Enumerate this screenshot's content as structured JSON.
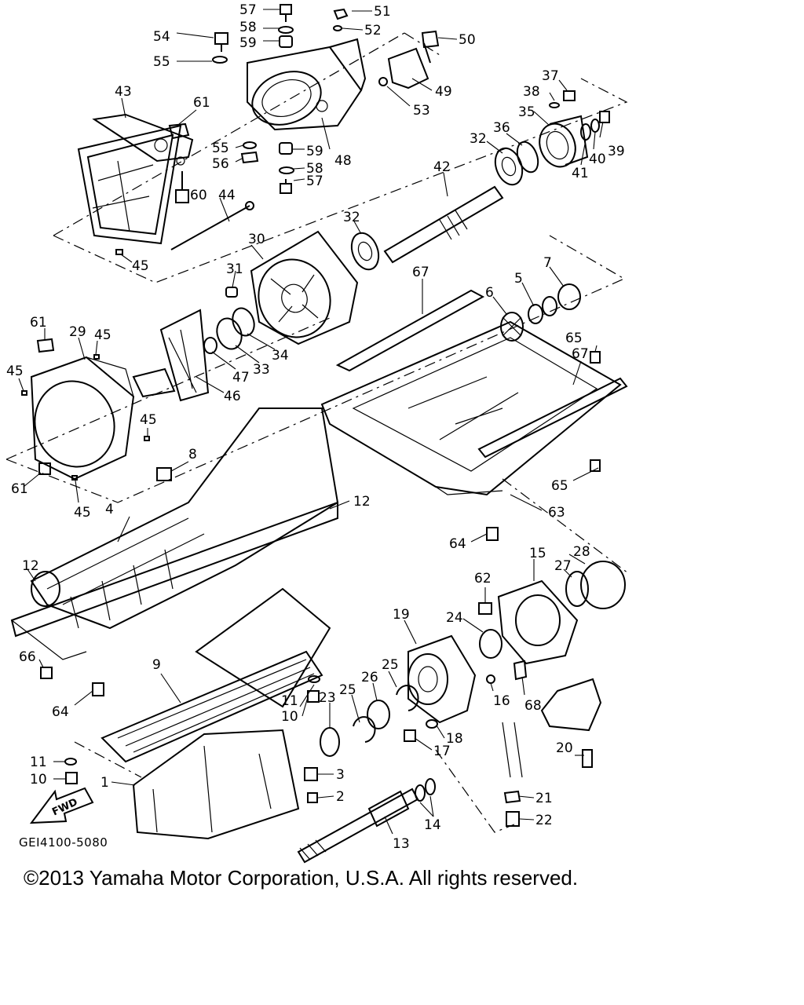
{
  "copyright": "©2013 Yamaha Motor Corporation, U.S.A. All rights reserved.",
  "drawing_code": "GEI4100-5080",
  "fwd_label": "FWD",
  "callouts": {
    "c57a": "57",
    "c51": "51",
    "c58a": "58",
    "c52": "52",
    "c54": "54",
    "c59a": "59",
    "c50": "50",
    "c55a": "55",
    "c43": "43",
    "c61a": "61",
    "c49": "49",
    "c53": "53",
    "c37": "37",
    "c38": "38",
    "c35": "35",
    "c55b": "55",
    "c59b": "59",
    "c56": "56",
    "c48": "48",
    "c58b": "58",
    "c57b": "57",
    "c36": "36",
    "c32a": "32",
    "c39": "39",
    "c40": "40",
    "c41": "41",
    "c42": "42",
    "c60": "60",
    "c44": "44",
    "c32b": "32",
    "c30": "30",
    "c31": "31",
    "c45a": "45",
    "c67a": "67",
    "c7": "7",
    "c5": "5",
    "c6": "6",
    "c61b": "61",
    "c29": "29",
    "c45b": "45",
    "c45c": "45",
    "c33": "33",
    "c34": "34",
    "c47": "47",
    "c46": "46",
    "c65a": "65",
    "c67b": "67",
    "c45d": "45",
    "c8": "8",
    "c61c": "61",
    "c45e": "45",
    "c65b": "65",
    "c4": "4",
    "c12a": "12",
    "c63": "63",
    "c64a": "64",
    "c12b": "12",
    "c15": "15",
    "c28": "28",
    "c62": "62",
    "c27": "27",
    "c24": "24",
    "c19": "19",
    "c66": "66",
    "c9": "9",
    "c25a": "25",
    "c26": "26",
    "c25b": "25",
    "c16": "16",
    "c68": "68",
    "c64b": "64",
    "c11a": "11",
    "c23": "23",
    "c10a": "10",
    "c18": "18",
    "c17": "17",
    "c20": "20",
    "c11b": "11",
    "c10b": "10",
    "c3": "3",
    "c1": "1",
    "c2": "2",
    "c21": "21",
    "c14": "14",
    "c22": "22",
    "c13": "13"
  }
}
